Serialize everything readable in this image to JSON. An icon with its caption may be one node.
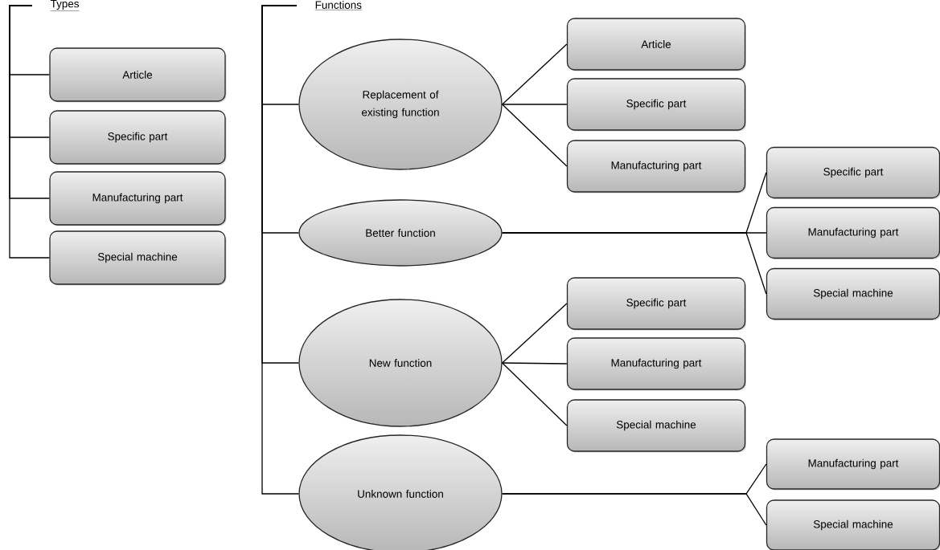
{
  "diagram": {
    "nodes": [
      {
        "text": [
          "Types"
        ]
      },
      {
        "text": [
          "Article"
        ]
      },
      {
        "text": [
          "Specific part"
        ]
      },
      {
        "text": [
          "Manufacturing part"
        ]
      },
      {
        "text": [
          "Special machine"
        ]
      },
      {
        "text": [
          "Functions"
        ]
      },
      {
        "text": [
          "Replacement of existing function"
        ]
      },
      {
        "text": [
          "Article"
        ]
      },
      {
        "text": [
          "Specific part"
        ]
      },
      {
        "text": [
          "Manufacturing part"
        ]
      },
      {
        "text": [
          "Better function"
        ]
      },
      {
        "text": [
          "Specific part"
        ]
      },
      {
        "text": [
          "Manufacturing part"
        ]
      },
      {
        "text": [
          "Special machine"
        ]
      },
      {
        "text": [
          "New function"
        ]
      },
      {
        "text": [
          "Specific part"
        ]
      },
      {
        "text": [
          "Manufacturing part"
        ]
      },
      {
        "text": [
          "Special machine"
        ]
      },
      {
        "text": [
          "Unknown function"
        ]
      },
      {
        "text": [
          "Manufacturing part"
        ]
      },
      {
        "text": [
          "Special machine"
        ]
      }
    ],
    "edges": [
      {
        "from": 0,
        "to": 1,
        "arrow": "none"
      },
      {
        "from": 0,
        "to": 2,
        "arrow": "none"
      },
      {
        "from": 0,
        "to": 3,
        "arrow": "none"
      },
      {
        "from": 0,
        "to": 4,
        "arrow": "none"
      },
      {
        "from": 5,
        "to": 6,
        "arrow": "none"
      },
      {
        "from": 5,
        "to": 10,
        "arrow": "none"
      },
      {
        "from": 5,
        "to": 14,
        "arrow": "none"
      },
      {
        "from": 5,
        "to": 18,
        "arrow": "none"
      },
      {
        "from": 6,
        "to": 7,
        "arrow": "none"
      },
      {
        "from": 6,
        "to": 8,
        "arrow": "none"
      },
      {
        "from": 6,
        "to": 9,
        "arrow": "none"
      },
      {
        "from": 10,
        "to": 11,
        "arrow": "none"
      },
      {
        "from": 10,
        "to": 12,
        "arrow": "none"
      },
      {
        "from": 10,
        "to": 13,
        "arrow": "none"
      },
      {
        "from": 14,
        "to": 15,
        "arrow": "none"
      },
      {
        "from": 14,
        "to": 16,
        "arrow": "none"
      },
      {
        "from": 14,
        "to": 17,
        "arrow": "none"
      },
      {
        "from": 18,
        "to": 19,
        "arrow": "none"
      },
      {
        "from": 18,
        "to": 20,
        "arrow": "none"
      }
    ]
  }
}
